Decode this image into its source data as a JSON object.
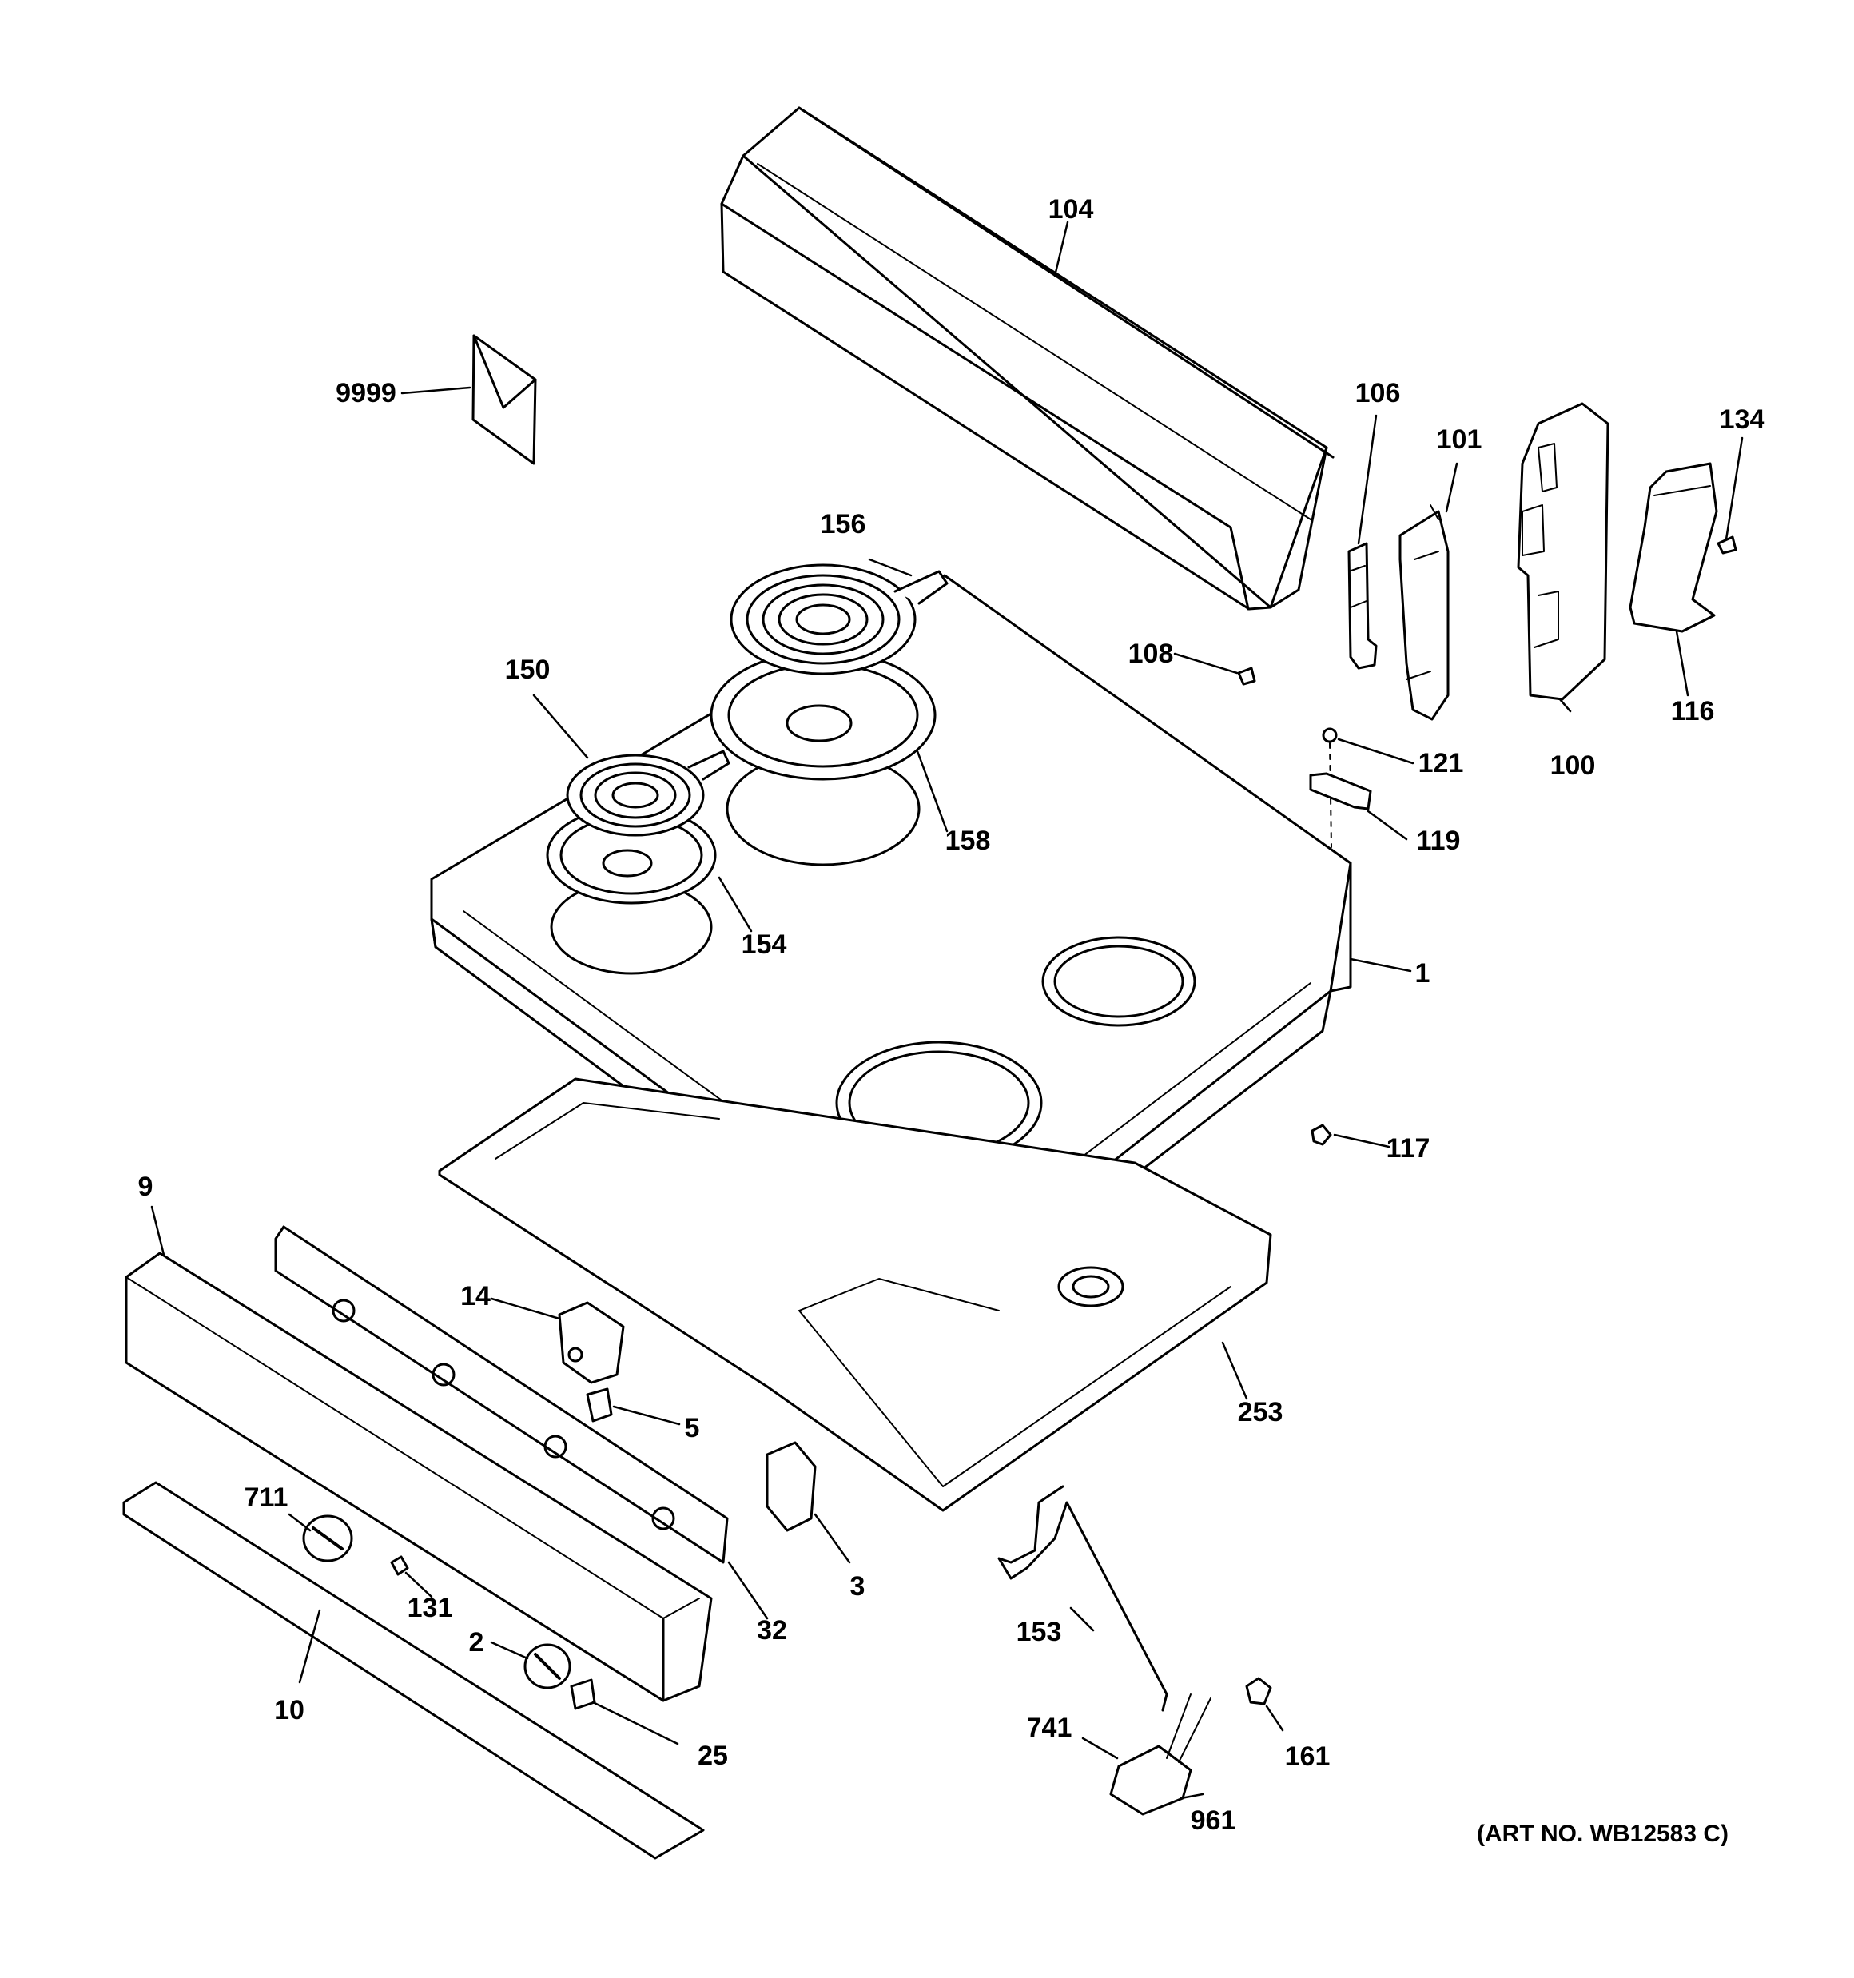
{
  "diagram": {
    "line_color": "#000000",
    "background": "#ffffff",
    "art_number": "(ART NO. WB12583 C)",
    "part_labels": {
      "p104": "104",
      "p9999": "9999",
      "p106": "106",
      "p101": "101",
      "p134": "134",
      "p156": "156",
      "p108": "108",
      "p150": "150",
      "p121": "121",
      "p100": "100",
      "p116": "116",
      "p158": "158",
      "p119": "119",
      "p154": "154",
      "p1": "1",
      "p117": "117",
      "p9": "9",
      "p14": "14",
      "p5": "5",
      "p253": "253",
      "p711": "711",
      "p3": "3",
      "p131": "131",
      "p32": "32",
      "p153": "153",
      "p2": "2",
      "p10": "10",
      "p741": "741",
      "p161": "161",
      "p25": "25",
      "p961": "961"
    },
    "parts": {
      "backsplash": "backsplash-part",
      "literature": "literature-part",
      "brackets": "end-cap-part",
      "cooktop": "cooktop-part",
      "burners": "surface-burner-part",
      "drip_pans": "drip-pan-part",
      "burner_box": "burner-box-part",
      "control_panel": "control-panel-part",
      "switches": "switch-part",
      "knobs": "knob-part",
      "wiring": "wire-harness-part"
    }
  }
}
